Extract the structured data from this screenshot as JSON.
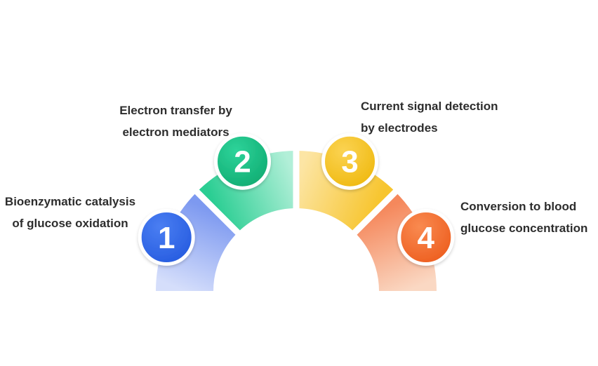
{
  "diagram": {
    "background_color": "#ffffff",
    "label_text_color": "#2d2d2d",
    "number_text_color": "#ffffff",
    "steps": [
      {
        "number": "1",
        "label_line1": "Bioenzymatic catalysis",
        "label_line2": "of glucose oxidation",
        "badge_gradient_from": "#4a7ef2",
        "badge_gradient_to": "#1f55dc",
        "segment_gradient_from": "#7d99f0",
        "segment_gradient_to": "#d5defb"
      },
      {
        "number": "2",
        "label_line1": "Electron transfer by",
        "label_line2": "electron mediators",
        "badge_gradient_from": "#2ed39a",
        "badge_gradient_to": "#0aa56a",
        "segment_gradient_from": "#2bce93",
        "segment_gradient_to": "#b2efd8"
      },
      {
        "number": "3",
        "label_line1": "Current signal detection",
        "label_line2": "by electrodes",
        "badge_gradient_from": "#fbd352",
        "badge_gradient_to": "#edb403",
        "segment_gradient_from": "#f7c52e",
        "segment_gradient_to": "#fce5a4"
      },
      {
        "number": "4",
        "label_line1": "Conversion to blood",
        "label_line2": "glucose concentration",
        "badge_gradient_from": "#f98a50",
        "badge_gradient_to": "#eb5515",
        "segment_gradient_from": "#f5885c",
        "segment_gradient_to": "#fad8c3"
      }
    ]
  }
}
